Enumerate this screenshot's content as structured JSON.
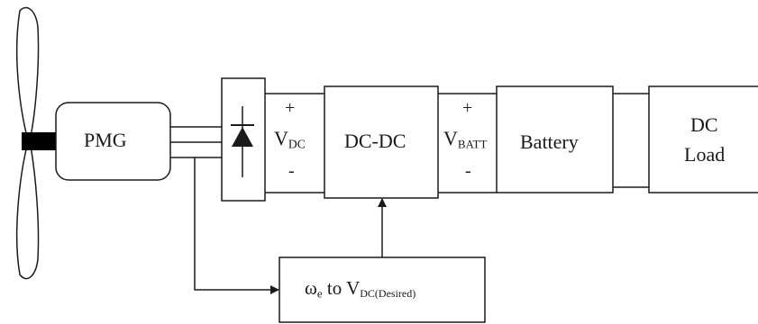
{
  "diagram": {
    "blocks": {
      "generator": "PMG",
      "converter": "DC-DC",
      "battery": "Battery",
      "load_line1": "DC",
      "load_line2": "Load"
    },
    "dc_bus": {
      "plus": "+",
      "minus": "-",
      "symbol": "V",
      "subscript": "DC"
    },
    "batt_bus": {
      "plus": "+",
      "minus": "-",
      "symbol": "V",
      "subscript": "BATT"
    },
    "controller": {
      "omega": "ω",
      "omega_sub": "e",
      "to": " to ",
      "symbol": "V",
      "subscript": "DC(Desired)"
    },
    "colors": {
      "line": "#1a1a1a",
      "hub": "#000000",
      "background": "#ffffff"
    }
  }
}
